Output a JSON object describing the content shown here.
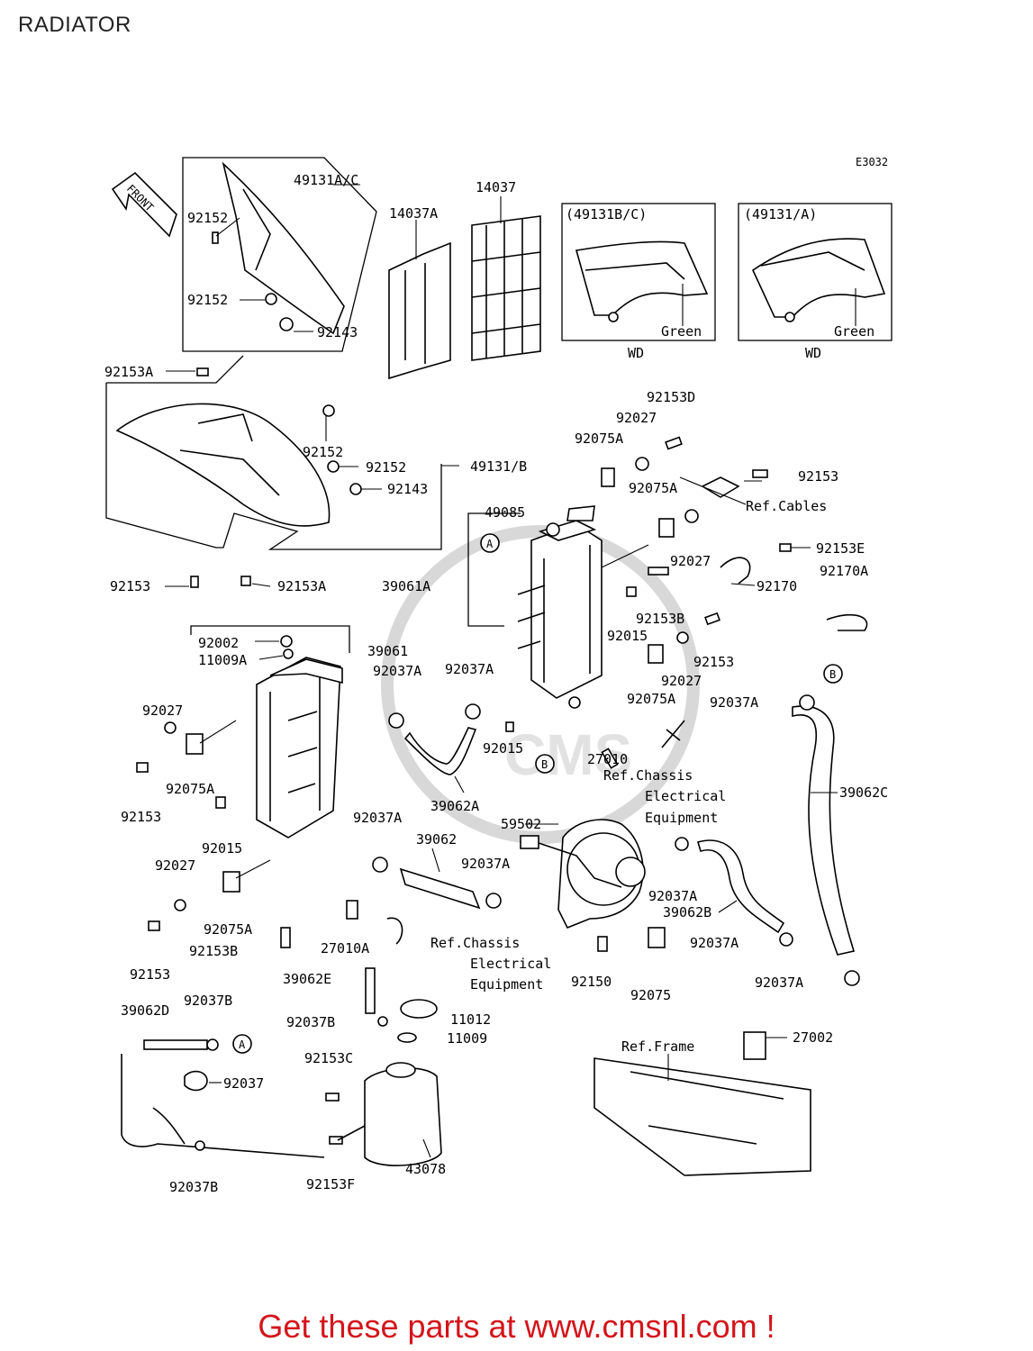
{
  "page": {
    "title": "RADIATOR"
  },
  "diagram": {
    "code": "E3032",
    "front_label": "FRONT",
    "watermark": "CMS",
    "watermark_url": "www.cmsnl.com",
    "labels": {
      "l_49131AC": "49131A/C",
      "l_14037A": "14037A",
      "l_14037": "14037",
      "l_49131BC": "(49131B/C)",
      "l_49131A_box": "(49131/A)",
      "l_green1": "Green",
      "l_green2": "Green",
      "l_wd1": "WD",
      "l_wd2": "WD",
      "l_92152_a": "92152",
      "l_92152_b": "92152",
      "l_92143_a": "92143",
      "l_92153A_a": "92153A",
      "l_92152_c": "92152",
      "l_92152_d": "92152",
      "l_92143_b": "92143",
      "l_49131B": "49131/B",
      "l_92153_a": "92153",
      "l_92153A_b": "92153A",
      "l_92153D": "92153D",
      "l_92027_a": "92027",
      "l_92075A_a": "92075A",
      "l_92153_b": "92153",
      "l_92075A_b": "92075A",
      "l_refcables": "Ref.Cables",
      "l_49085": "49085",
      "l_92153E": "92153E",
      "l_92027_b": "92027",
      "l_92170A": "92170A",
      "l_39061A": "39061A",
      "l_92170": "92170",
      "l_92153B_a": "92153B",
      "l_92015_a": "92015",
      "l_92153_c": "92153",
      "l_92027_c": "92027",
      "l_92002": "92002",
      "l_11009A": "11009A",
      "l_39061": "39061",
      "l_92037A_a": "92037A",
      "l_92037A_b": "92037A",
      "l_92075A_c": "92075A",
      "l_92037A_c": "92037A",
      "l_92027_d": "92027",
      "l_92015_b": "92015",
      "l_27010": "27010",
      "l_refchassis1": "Ref.Chassis",
      "l_electrical1": "Electrical",
      "l_equipment1": "Equipment",
      "l_39062C": "39062C",
      "l_92075A_d": "92075A",
      "l_92153_d": "92153",
      "l_39062A": "39062A",
      "l_92037A_d": "92037A",
      "l_92015_c": "92015",
      "l_59502": "59502",
      "l_39062": "39062",
      "l_92027_e": "92027",
      "l_92037A_e": "92037A",
      "l_92037A_f": "92037A",
      "l_39062B": "39062B",
      "l_92075A_e": "92075A",
      "l_92153B_b": "92153B",
      "l_27010A": "27010A",
      "l_refchassis2": "Ref.Chassis",
      "l_electrical2": "Electrical",
      "l_equipment2": "Equipment",
      "l_92037A_g": "92037A",
      "l_92153_e": "92153",
      "l_92150": "92150",
      "l_92075": "92075",
      "l_92037A_h": "92037A",
      "l_39062E": "39062E",
      "l_39062D": "39062D",
      "l_92037B_a": "92037B",
      "l_92037B_b": "92037B",
      "l_11012": "11012",
      "l_11009": "11009",
      "l_27002": "27002",
      "l_refframe": "Ref.Frame",
      "l_92153C": "92153C",
      "l_92037": "92037",
      "l_43078": "43078",
      "l_92037B_c": "92037B",
      "l_92153F": "92153F",
      "c_A1": "A",
      "c_A2": "A",
      "c_B1": "B",
      "c_B2": "B"
    }
  },
  "footer": {
    "cta": "Get these parts at www.cmsnl.com !"
  }
}
